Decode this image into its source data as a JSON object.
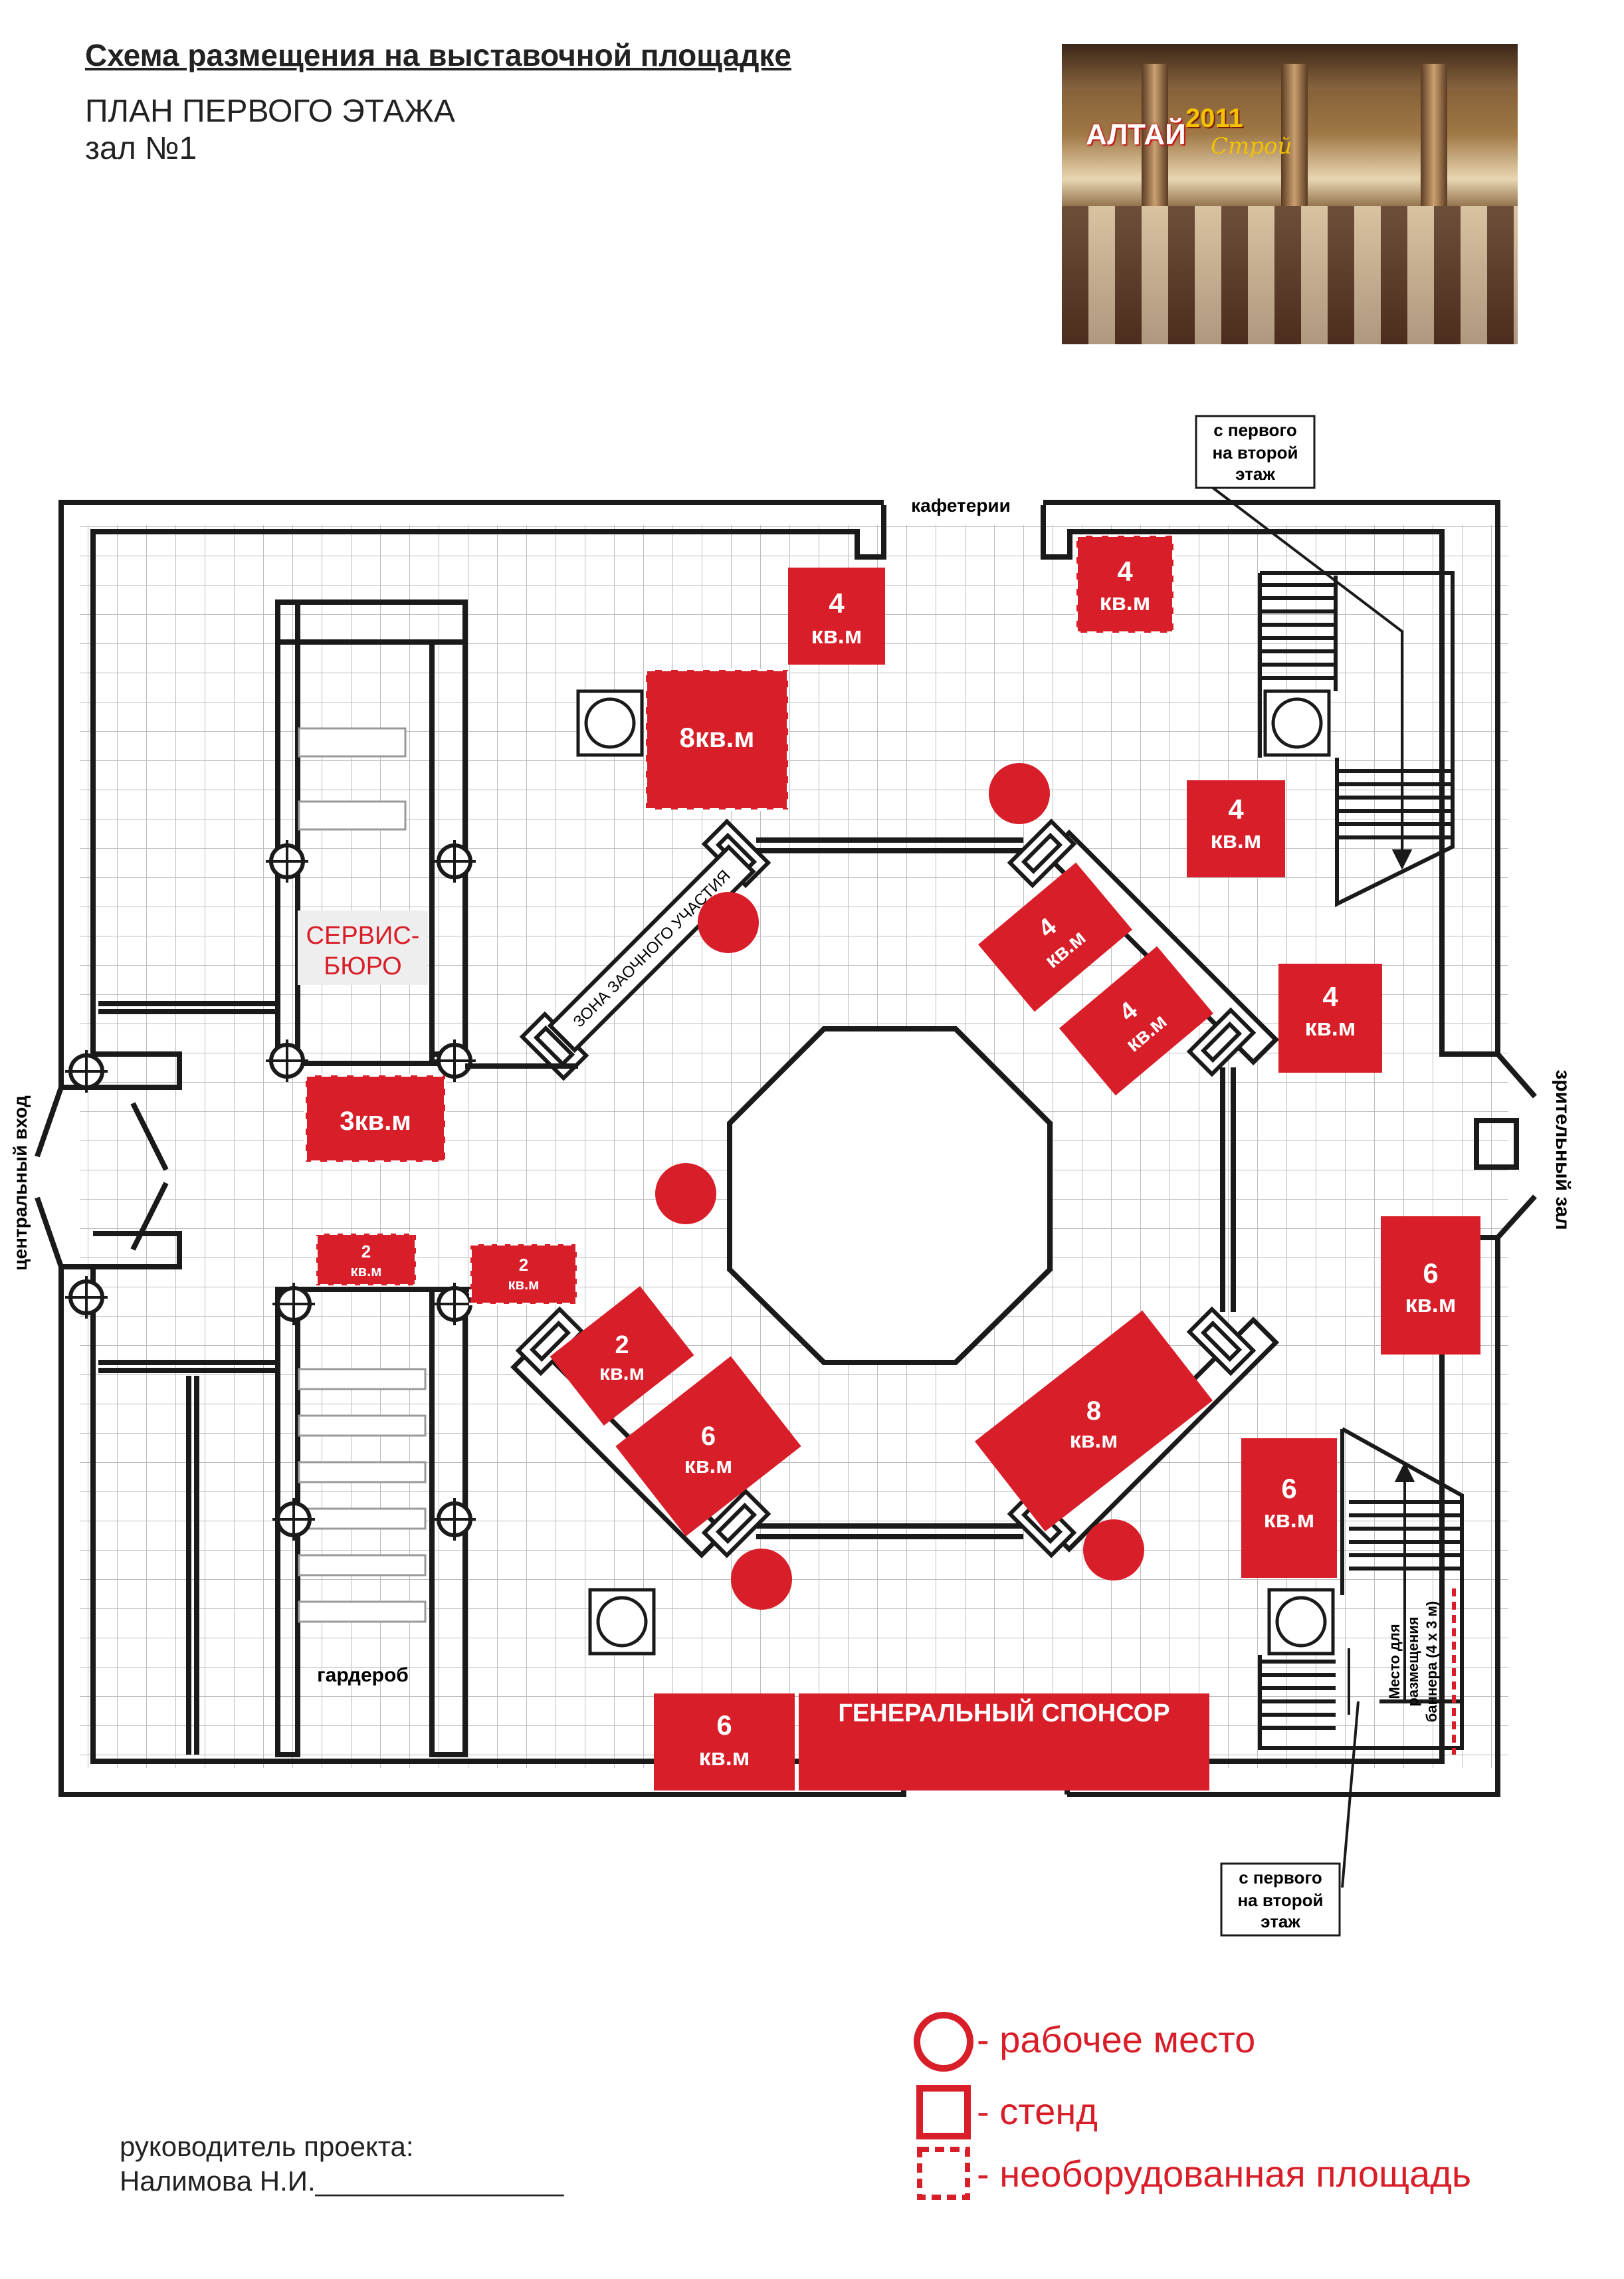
{
  "header": {
    "title": "Схема размещения на выставочной площадке",
    "subtitle": "ПЛАН ПЕРВОГО ЭТАЖА",
    "hall": "зал №1"
  },
  "logo": {
    "main": "АЛТАЙ",
    "year": "2011",
    "sub": "Строй"
  },
  "plan_labels": {
    "cafeteria": "кафетерии",
    "stairs_top_1": "с первого",
    "stairs_top_2": "на второй",
    "stairs_top_3": "этаж",
    "stairs_bottom_1": "с первого",
    "stairs_bottom_2": "на второй",
    "stairs_bottom_3": "этаж",
    "central_entrance": "центральный вход",
    "auditorium": "зрительный зал",
    "service_1": "СЕРВИС-",
    "service_2": "БЮРО",
    "remote_zone": "ЗОНА ЗАОЧНОГО УЧАСТИЯ",
    "wardrobe": "гардероб",
    "banner_1": "Место для",
    "banner_2": "размещения",
    "banner_3": "баннера (4 х 3 м)",
    "general_sponsor": "ГЕНЕРАЛЬНЫЙ СПОНСОР"
  },
  "booths": {
    "b1_num": "4",
    "b1_unit": "кв.м",
    "b2_num": "4",
    "b2_unit": "кв.м",
    "b3_text": "8кв.м",
    "b4_num": "4",
    "b4_unit": "кв.м",
    "b5_num": "4",
    "b5_unit": "кв.м",
    "b6_num": "4",
    "b6_unit": "кв.м",
    "b7_num": "4",
    "b7_unit": "кв.м",
    "b8_text": "3кв.м",
    "b9_num": "2",
    "b9_unit": "кв.м",
    "b10_num": "2",
    "b10_unit": "кв.м",
    "b11_num": "2",
    "b11_unit": "кв.м",
    "b12_num": "6",
    "b12_unit": "кв.м",
    "b13_num": "8",
    "b13_unit": "кв.м",
    "b14_num": "6",
    "b14_unit": "кв.м",
    "b15_num": "6",
    "b15_unit": "кв.м",
    "b16_num": "6",
    "b16_unit": "кв.м"
  },
  "legend": {
    "workplace": "- рабочее место",
    "stand": "- стенд",
    "unequipped": "- необорудованная площадь"
  },
  "manager": {
    "role": "руководитель проекта:",
    "name": "Налимова Н.И.________________"
  },
  "colors": {
    "accent": "#d81e28",
    "wall": "#1a1a1a",
    "grid": "#bdbdbd"
  }
}
